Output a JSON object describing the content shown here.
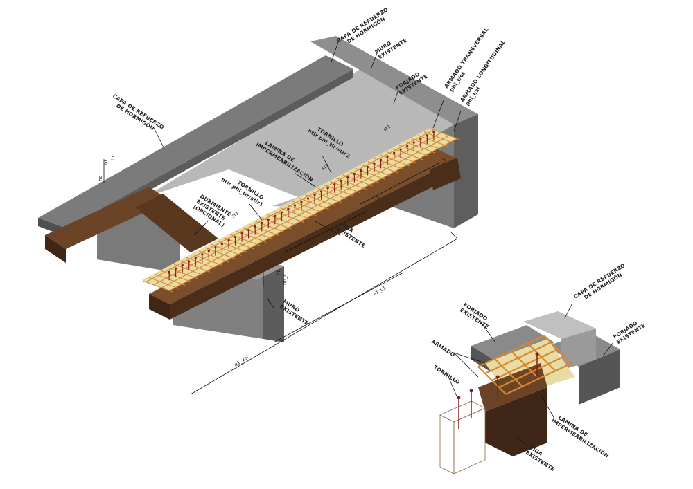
{
  "labels": {
    "capa_top": [
      "CAPA DE REFUERZO",
      "DE HORMIGÓN"
    ],
    "muro_top": [
      "MURO",
      "EXISTENTE"
    ],
    "forjado_top": [
      "FORJADO",
      "EXISTENTE"
    ],
    "armado_transversal": [
      "ARMADO TRANSVERSAL",
      "phi_t/st"
    ],
    "armado_longitudinal": [
      "ARMADO LONGITUDINAL",
      "phi_l/sl"
    ],
    "capa_left": [
      "CAPA DE REFUERZO",
      "DE HORMIGÓN"
    ],
    "tornillo_1": [
      "TORNILLO",
      "ntir phi_tir/stir2"
    ],
    "lamina_1": [
      "LAMINA DE",
      "IMPERMEABILIZACIÓN"
    ],
    "tornillo_2": [
      "TORNILLO",
      "ntir phi_tir/stir1"
    ],
    "durmiente": [
      "DURMIENTE",
      "EXISTENTE",
      "(OPCIONAL)"
    ],
    "viga_1": [
      "VIGA",
      "EXISTENTE"
    ],
    "muro_bottom": [
      "MURO",
      "EXISTENTE"
    ],
    "forjado_detail_left": [
      "FORJADO",
      "EXISTENTE"
    ],
    "capa_detail": [
      "CAPA DE REFUERZO",
      "DE HORMIGÓN"
    ],
    "forjado_detail_right": [
      "FORJADO",
      "EXISTENTE"
    ],
    "armado_detail": "ARMADO",
    "tornillo_detail": "TORNILLO",
    "lamina_detail": [
      "LAMINA DE",
      "IMPERMEABILIZACIÓN"
    ],
    "viga_detail": [
      "VIGA",
      "EXISTENTE"
    ]
  },
  "dimensions": {
    "hc": "hc",
    "hf": "hf",
    "hr": "hr",
    "st1": "st1",
    "st2": "st2",
    "st1_b": "st1",
    "L1": "L1",
    "L2": "L2",
    "L3": "L3",
    "hb": "hb",
    "hb_c": "hb_c",
    "eL1": "e1_L1",
    "eL_vol": "e1_vol"
  },
  "colors": {
    "concrete_top": "#9e9e9e",
    "concrete_side": "#6f6f6f",
    "concrete_light": "#c9c9c9",
    "wall": "#8a8a8a",
    "wall_dark": "#5e5e5e",
    "beam": "#4a2e1a",
    "beam_top": "#6b4427",
    "membrane": "#e8dba4",
    "rebar": "#d8872f",
    "bolt": "#8b1a1a"
  }
}
